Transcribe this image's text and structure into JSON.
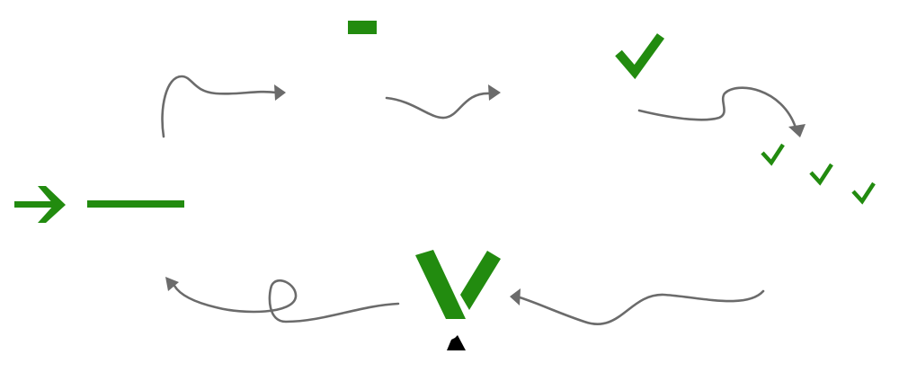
{
  "diagram": {
    "title": "",
    "colors": {
      "accent_green": "#228b0f",
      "connector_gray": "#6b6b6b",
      "pointer": "#000000",
      "background": "#ffffff"
    },
    "symbols": [
      {
        "id": "start-arrow",
        "icon": "arrow-right-icon"
      },
      {
        "id": "long-dash",
        "icon": "long-dash-icon"
      },
      {
        "id": "short-dash",
        "icon": "short-dash-icon"
      },
      {
        "id": "big-check",
        "icon": "checkmark-icon"
      },
      {
        "id": "triple-check",
        "icon": "checkmark-icon",
        "count": 3
      },
      {
        "id": "v-shape",
        "icon": "v-shape-icon"
      },
      {
        "id": "cursor",
        "icon": "triangle-pointer-icon"
      }
    ],
    "connectors": [
      {
        "from": "long-dash",
        "to": "short-dash"
      },
      {
        "from": "short-dash",
        "to": "big-check"
      },
      {
        "from": "big-check",
        "to": "triple-check"
      },
      {
        "from": "triple-check",
        "to": "v-shape"
      },
      {
        "from": "v-shape",
        "to": "long-dash"
      }
    ]
  }
}
